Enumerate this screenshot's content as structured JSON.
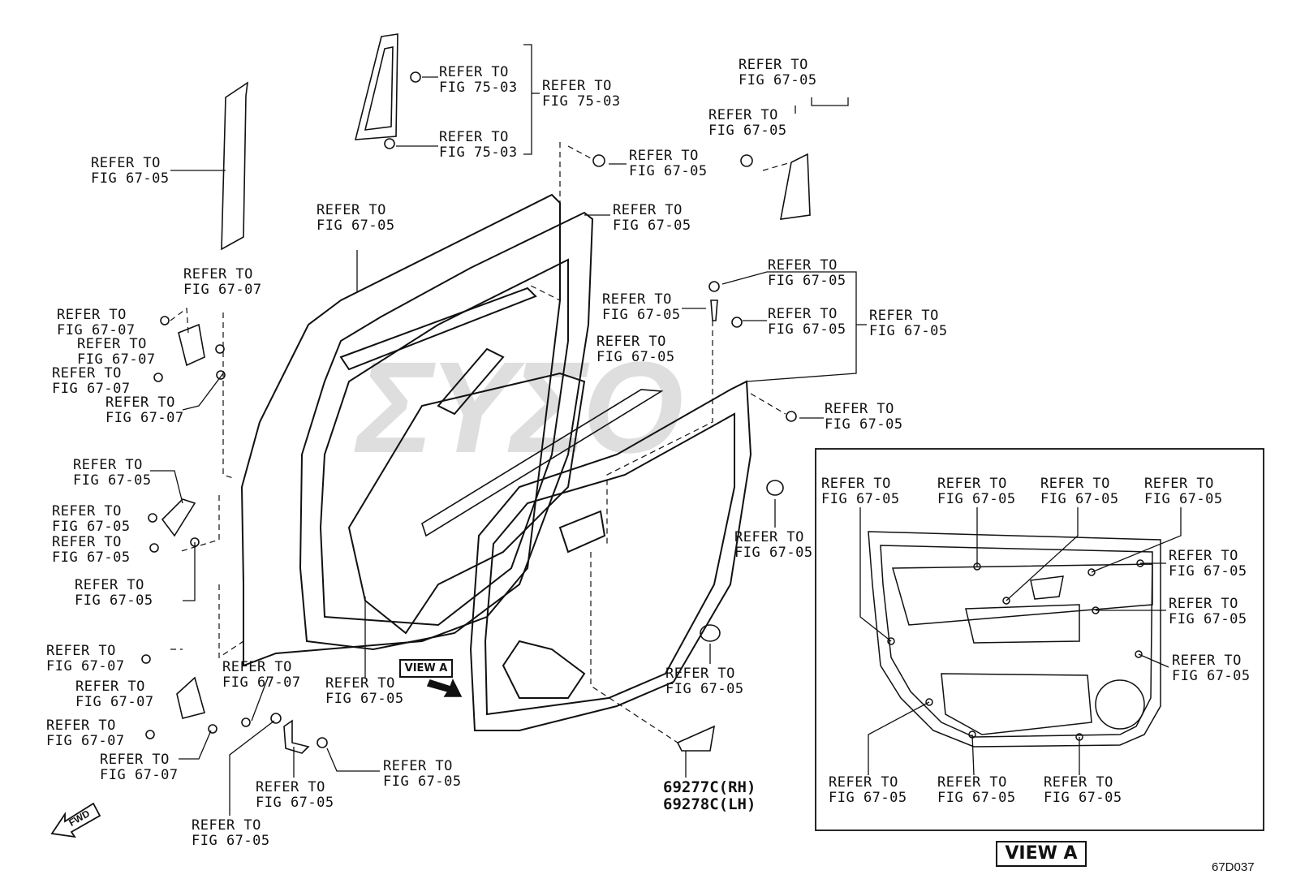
{
  "diagram": {
    "code": "67D037",
    "watermark": "ΣΥΣΟ",
    "view_label": "VIEW A",
    "fwd_label": "FWD",
    "parts": [
      "69277C(RH)",
      "69278C(LH)"
    ],
    "refs": {
      "r1": [
        "REFER TO",
        "FIG 67-05"
      ],
      "r2": [
        "REFER TO",
        "FIG 75-03"
      ],
      "r3": [
        "REFER TO",
        "FIG 75-03"
      ],
      "r4": [
        "REFER TO",
        "FIG 75-03"
      ],
      "r5": [
        "REFER TO",
        "FIG 67-05"
      ],
      "r6": [
        "REFER TO",
        "FIG 67-05"
      ],
      "r7": [
        "REFER TO",
        "FIG 67-05"
      ],
      "r8": [
        "REFER TO",
        "FIG 67-05"
      ],
      "r9": [
        "REFER TO",
        "FIG 67-05"
      ],
      "r10": [
        "REFER TO",
        "FIG 67-07"
      ],
      "r11": [
        "REFER TO",
        "FIG 67-07"
      ],
      "r12": [
        "REFER TO",
        "FIG 67-07"
      ],
      "r13": [
        "REFER TO",
        "FIG 67-07"
      ],
      "r14": [
        "REFER TO",
        "FIG 67-07"
      ],
      "r15": [
        "REFER TO",
        "FIG 67-05"
      ],
      "r16": [
        "REFER TO",
        "FIG 67-05"
      ],
      "r17": [
        "REFER TO",
        "FIG 67-05"
      ],
      "r18": [
        "REFER TO",
        "FIG 67-05"
      ],
      "r19": [
        "REFER TO",
        "FIG 67-05"
      ],
      "r20": [
        "REFER TO",
        "FIG 67-05"
      ],
      "r21": [
        "REFER TO",
        "FIG 67-05"
      ],
      "r22": [
        "REFER TO",
        "FIG 67-05"
      ],
      "r23": [
        "REFER TO",
        "FIG 67-05"
      ],
      "r24": [
        "REFER TO",
        "FIG 67-07"
      ],
      "r25": [
        "REFER TO",
        "FIG 67-07"
      ],
      "r26": [
        "REFER TO",
        "FIG 67-07"
      ],
      "r27": [
        "REFER TO",
        "FIG 67-07"
      ],
      "r28": [
        "REFER TO",
        "FIG 67-07"
      ],
      "r29": [
        "REFER TO",
        "FIG 67-05"
      ],
      "r30": [
        "REFER TO",
        "FIG 67-05"
      ],
      "r31": [
        "REFER TO",
        "FIG 67-05"
      ],
      "r32": [
        "REFER TO",
        "FIG 67-05"
      ],
      "r33": [
        "REFER TO",
        "FIG 67-05"
      ],
      "r34": [
        "REFER TO",
        "FIG 67-05"
      ],
      "r35": [
        "REFER TO",
        "FIG 67-05"
      ],
      "r36": [
        "REFER TO",
        "FIG 67-05"
      ],
      "r37": [
        "REFER TO",
        "FIG 67-05"
      ],
      "r38": [
        "REFER TO",
        "FIG 67-05"
      ],
      "r39": [
        "REFER TO",
        "FIG 67-05"
      ],
      "r40": [
        "REFER TO",
        "FIG 67-05"
      ],
      "r41": [
        "REFER TO",
        "FIG 67-05"
      ],
      "r42": [
        "REFER TO",
        "FIG 67-05"
      ],
      "r43": [
        "REFER TO",
        "FIG 67-05"
      ],
      "r44": [
        "REFER TO",
        "FIG 67-05"
      ],
      "r45": [
        "REFER TO",
        "FIG 67-05"
      ]
    }
  }
}
